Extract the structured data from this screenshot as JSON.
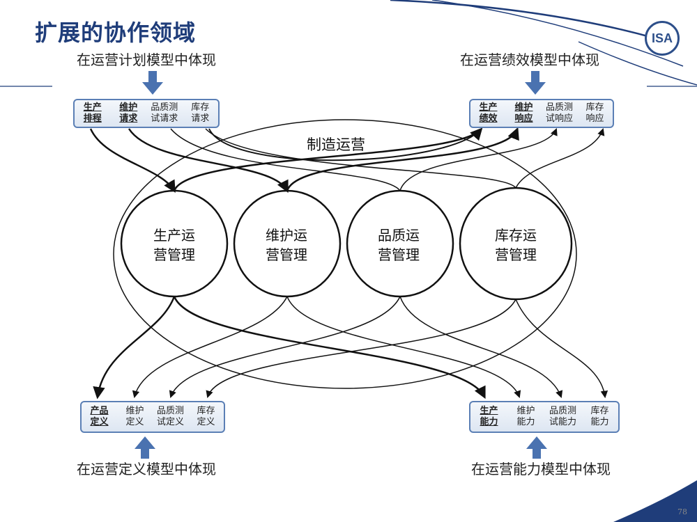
{
  "title": "扩展的协作领域",
  "captions": {
    "top_left": "在运营计划模型中体现",
    "top_right": "在运营绩效模型中体现",
    "bottom_left": "在运营定义模型中体现",
    "bottom_right": "在运营能力模型中体现"
  },
  "boxes": {
    "top_left": [
      "生产\n排程",
      "维护\n请求",
      "品质测\n试请求",
      "库存\n请求"
    ],
    "top_right": [
      "生产\n绩效",
      "维护\n响应",
      "品质测\n试响应",
      "库存\n响应"
    ],
    "bottom_left": [
      "产品\n定义",
      "维护\n定义",
      "品质测\n试定义",
      "库存\n定义"
    ],
    "bottom_right": [
      "生产\n能力",
      "维护\n能力",
      "品质测\n试能力",
      "库存\n能力"
    ]
  },
  "center_label": "制造运营",
  "circles": [
    "生产运\n营管理",
    "维护运\n营管理",
    "品质运\n营管理",
    "库存运\n营管理"
  ],
  "logo_text": "ISA",
  "page_number": "78",
  "colors": {
    "title": "#1f3d7a",
    "box_border": "#5b7fb5",
    "arrow_blue": "#4a72b0",
    "accent_navy": "#1f3d7a"
  }
}
